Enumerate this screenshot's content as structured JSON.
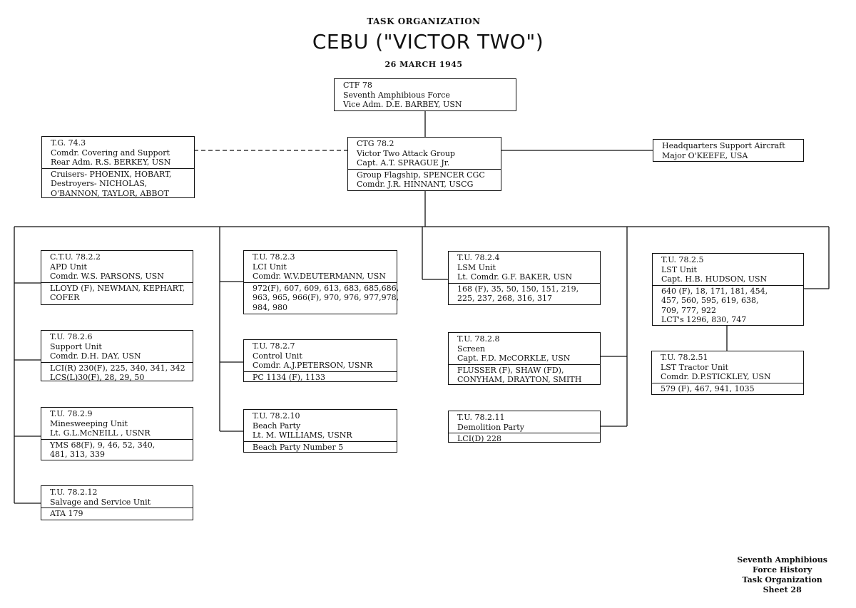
{
  "header": {
    "label": "TASK ORGANIZATION",
    "title": "CEBU (\"VICTOR TWO\")",
    "date": "26 MARCH 1945"
  },
  "boxes": {
    "ctf78": {
      "head": [
        "CTF 78",
        "Seventh Amphibious Force",
        "Vice Adm. D.E. BARBEY, USN"
      ]
    },
    "tg743": {
      "head": [
        "T.G. 74.3",
        "Comdr. Covering and Support",
        "Rear Adm. R.S. BERKEY, USN"
      ],
      "body": [
        "Cruisers- PHOENIX, HOBART,",
        "Destroyers- NICHOLAS,",
        "O'BANNON, TAYLOR, ABBOT"
      ]
    },
    "ctg782": {
      "head": [
        "CTG 78.2",
        "Victor Two Attack Group",
        "Capt. A.T. SPRAGUE Jr."
      ],
      "body": [
        "Group Flagship, SPENCER  CGC",
        "Comdr. J.R. HINNANT, USCG"
      ]
    },
    "hsa": {
      "head": [
        "Headquarters Support Aircraft",
        "Major O'KEEFE, USA"
      ]
    },
    "ctu7822": {
      "head": [
        "C.T.U. 78.2.2",
        "APD Unit",
        "Comdr. W.S. PARSONS, USN"
      ],
      "body": [
        "LLOYD (F), NEWMAN, KEPHART,",
        "COFER"
      ]
    },
    "tu7823": {
      "head": [
        "T.U. 78.2.3",
        "LCI Unit",
        "Comdr. W.V.DEUTERMANN, USN"
      ],
      "body": [
        "972(F), 607, 609, 613, 683, 685,686,",
        "963, 965, 966(F), 970, 976, 977,978,",
        "984, 980"
      ]
    },
    "tu7824": {
      "head": [
        "T.U. 78.2.4",
        "LSM Unit",
        "Lt. Comdr. G.F. BAKER, USN"
      ],
      "body": [
        "168 (F), 35, 50, 150, 151, 219,",
        "225, 237, 268, 316, 317"
      ]
    },
    "tu7825": {
      "head": [
        "T.U. 78.2.5",
        "LST Unit",
        "Capt. H.B. HUDSON, USN"
      ],
      "body": [
        "640 (F), 18, 171, 181, 454,",
        "457, 560, 595, 619, 638,",
        "709, 777, 922",
        "LCT's 1296, 830, 747"
      ]
    },
    "tu7826": {
      "head": [
        "T.U. 78.2.6",
        "Support Unit",
        "Comdr. D.H. DAY, USN"
      ],
      "body": [
        "LCI(R) 230(F), 225, 340, 341, 342",
        "LCS(L)30(F), 28, 29, 50"
      ]
    },
    "tu7827": {
      "head": [
        "T.U. 78.2.7",
        "Control Unit",
        "Comdr. A.J.PETERSON, USNR"
      ],
      "body": [
        "PC 1134 (F), 1133"
      ]
    },
    "tu7828": {
      "head": [
        "T.U. 78.2.8",
        "Screen",
        "Capt. F.D. McCORKLE, USN"
      ],
      "body": [
        "FLUSSER (F), SHAW (FD),",
        "CONYHAM, DRAYTON, SMITH"
      ]
    },
    "tu78251": {
      "head": [
        "T.U. 78.2.51",
        "LST Tractor Unit",
        "Comdr. D.P.STICKLEY, USN"
      ],
      "body": [
        "579 (F), 467, 941, 1035"
      ]
    },
    "tu7829": {
      "head": [
        "T.U. 78.2.9",
        "Minesweeping Unit",
        "Lt. G.L.McNEILL , USNR"
      ],
      "body": [
        "YMS 68(F), 9, 46, 52, 340,",
        "481, 313, 339"
      ]
    },
    "tu78210": {
      "head": [
        "T.U. 78.2.10",
        "Beach Party",
        "Lt. M. WILLIAMS, USNR"
      ],
      "body": [
        "Beach Party Number 5"
      ]
    },
    "tu78211": {
      "head": [
        "T.U. 78.2.11",
        "Demolition Party"
      ],
      "body": [
        "LCI(D) 228"
      ]
    },
    "tu78212": {
      "head": [
        "T.U. 78.2.12",
        "Salvage and Service Unit"
      ],
      "body": [
        "ATA 179"
      ]
    }
  },
  "footer": [
    "Seventh Amphibious",
    "Force History",
    "Task Organization",
    "Sheet 28"
  ]
}
